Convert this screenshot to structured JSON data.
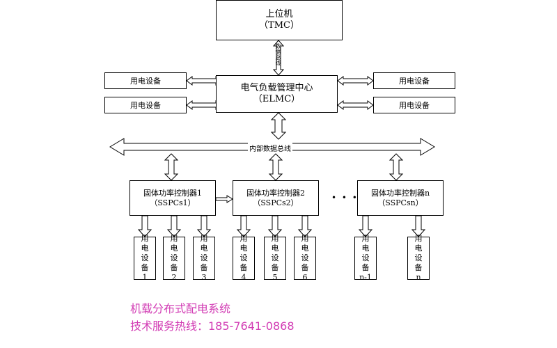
{
  "tmc": {
    "title": "上位机",
    "subtitle": "（TMC）"
  },
  "data_bus_label": "数据总线",
  "elmc": {
    "title": "电气负载管理中心",
    "subtitle": "（ELMC）"
  },
  "side_devices": {
    "label": "用电设备"
  },
  "internal_bus": {
    "label": "内部数据总线"
  },
  "controllers": [
    {
      "title": "固体功率控制器1",
      "subtitle": "（SSPCs1）"
    },
    {
      "title": "固体功率控制器2",
      "subtitle": "（SSPCs2）"
    },
    {
      "title": "固体功率控制器n",
      "subtitle": "（SSPCsn）"
    }
  ],
  "ellipsis": "• • •",
  "devices": [
    {
      "chars": [
        "用",
        "电",
        "设",
        "备"
      ],
      "num": "1"
    },
    {
      "chars": [
        "用",
        "电",
        "设",
        "备"
      ],
      "num": "2"
    },
    {
      "chars": [
        "用",
        "电",
        "设",
        "备"
      ],
      "num": "3"
    },
    {
      "chars": [
        "用",
        "电",
        "设",
        "备"
      ],
      "num": "4"
    },
    {
      "chars": [
        "用",
        "电",
        "设",
        "备"
      ],
      "num": "5"
    },
    {
      "chars": [
        "用",
        "电",
        "设",
        "备"
      ],
      "num": "6"
    },
    {
      "chars": [
        "用",
        "电",
        "设",
        "备"
      ],
      "num": "n-1"
    },
    {
      "chars": [
        "用",
        "电",
        "设",
        "备"
      ],
      "num": "n"
    }
  ],
  "caption": {
    "line1": "机载分布式配电系统",
    "line2": "技术服务热线：185-7641-0868"
  },
  "caption_color": "#d23cb4"
}
